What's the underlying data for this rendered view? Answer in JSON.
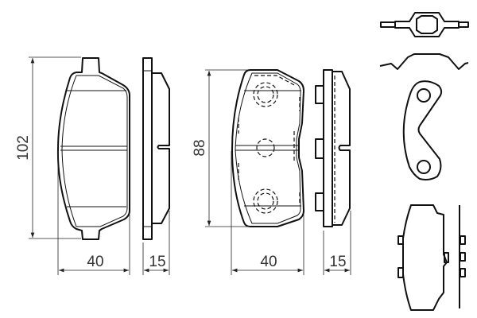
{
  "drawing": {
    "pad_1": {
      "height_label": "102",
      "width_label": "40",
      "thickness_label": "15"
    },
    "pad_2": {
      "height_label": "88",
      "width_label": "40",
      "thickness_label": "15"
    },
    "accessories": [
      "clip-icon",
      "spring-icon",
      "shim-plate-icon",
      "small-pad-icon"
    ]
  }
}
